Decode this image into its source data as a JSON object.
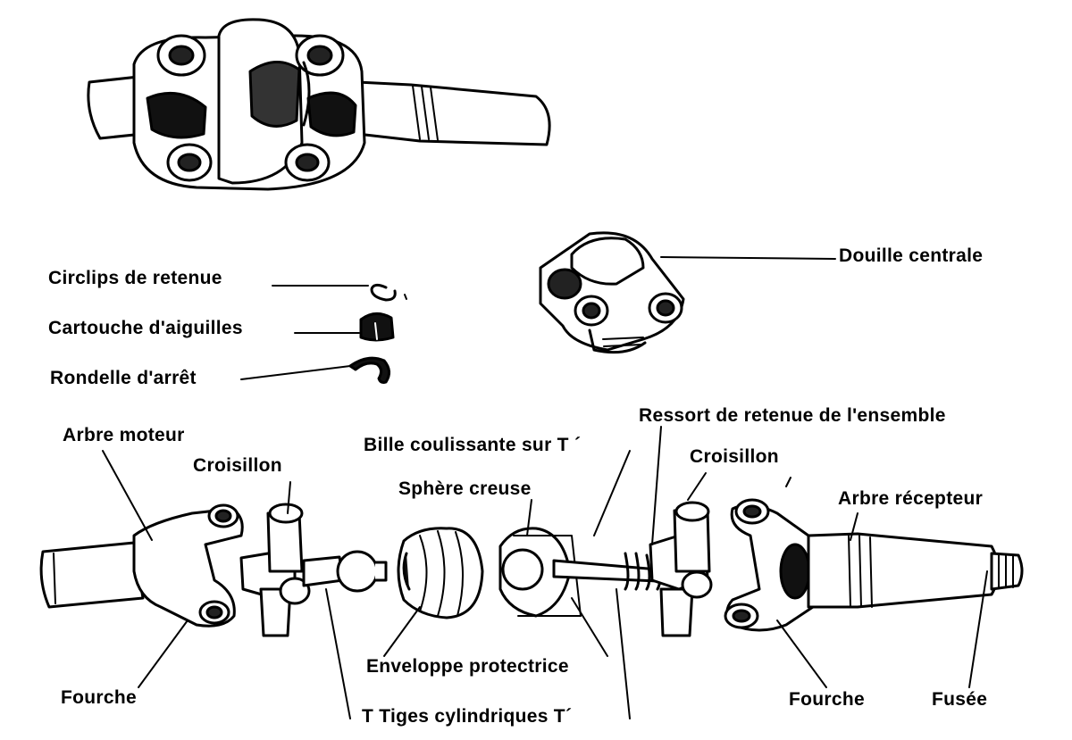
{
  "figure": {
    "title": "Exploded view of double cardan drive shaft joint",
    "colors": {
      "ink": "#000000",
      "paper": "#ffffff",
      "shade": "#1a1a1a"
    }
  },
  "labels": {
    "circlips": "Circlips de retenue",
    "cartouche": "Cartouche d'aiguilles",
    "rondelle": "Rondelle d'arrêt",
    "douille": "Douille centrale",
    "arbre_moteur": "Arbre moteur",
    "croisillon_left": "Croisillon",
    "bille": "Bille coulissante sur T",
    "bille_mark": "´",
    "ressort": "Ressort de retenue de l'ensemble",
    "croisillon_right": "Croisillon",
    "sphere": "Sphère creuse",
    "arbre_recepteur": "Arbre récepteur",
    "enveloppe": "Enveloppe protectrice",
    "fourche_left": "Fourche",
    "fourche_right": "Fourche",
    "fusee": "Fusée",
    "tiges": "T Tiges cylindriques T",
    "tiges_mark": "´"
  }
}
